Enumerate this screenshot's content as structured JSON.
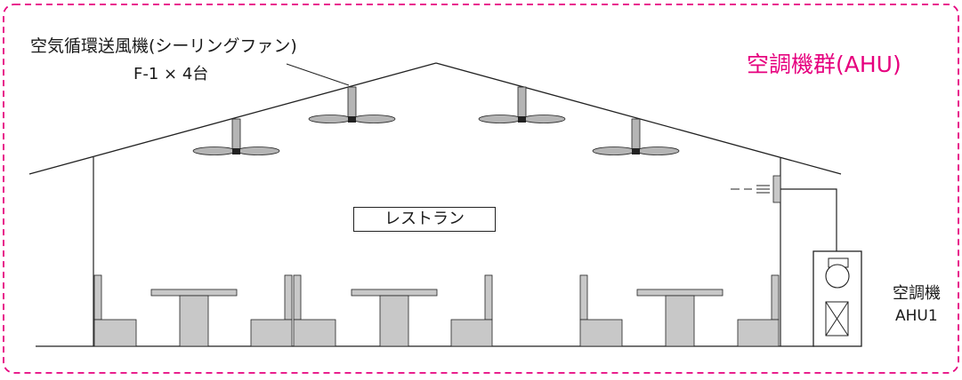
{
  "colors": {
    "accent_magenta": "#e6007e",
    "line": "#222222",
    "furniture_fill": "#c8c8c8",
    "fan_fill": "#b5b5b5"
  },
  "group": {
    "title": "空調機群(AHU)"
  },
  "fan": {
    "name": "空気循環送風機(シーリングファン)",
    "count": "F-1 × 4台"
  },
  "room": {
    "label": "レストラン"
  },
  "ahu": {
    "name": "空調機",
    "id": "AHU1"
  },
  "icons": [
    "ceiling-fan-icon",
    "air-outlet-icon",
    "fan-symbol-icon",
    "filter-symbol-icon"
  ]
}
